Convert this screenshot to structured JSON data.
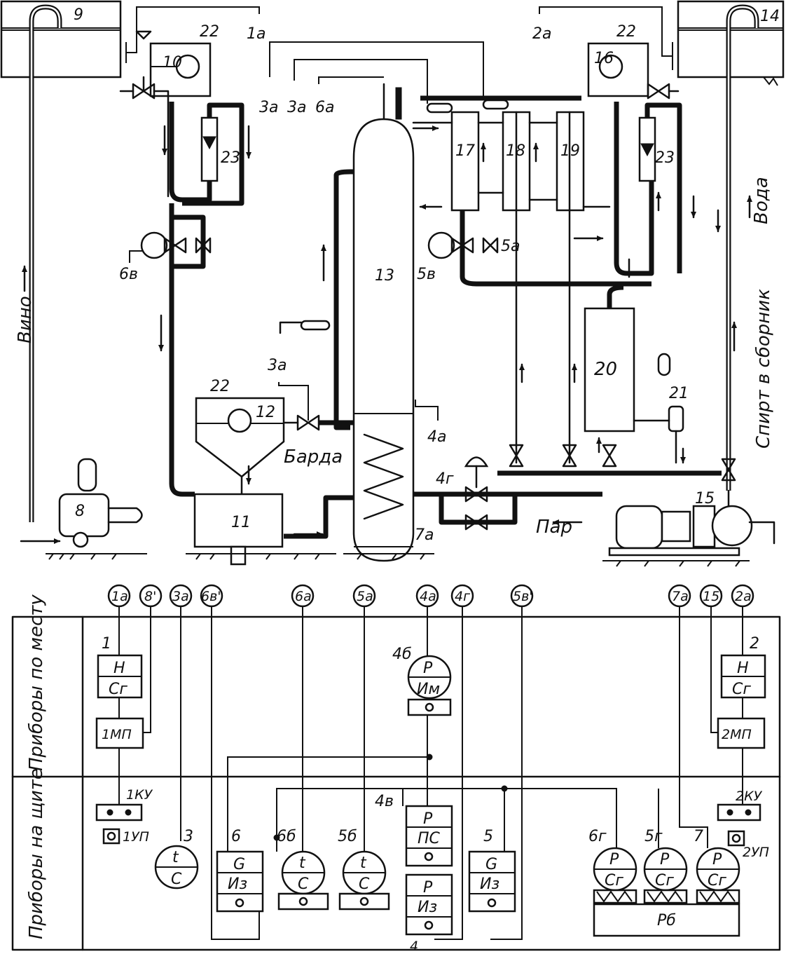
{
  "process": {
    "equipment": {
      "e8": "8",
      "e9": "9",
      "e10": "10",
      "e11": "11",
      "e12": "12",
      "e13": "13",
      "e14": "14",
      "e15": "15",
      "e16": "16",
      "e17": "17",
      "e18": "18",
      "e19": "19",
      "e20": "20",
      "e21": "21",
      "e22a": "22",
      "e22b": "22",
      "e22c": "22",
      "e23a": "23",
      "e23b": "23"
    },
    "tags": {
      "t1a": "1а",
      "t2a": "2а",
      "t3a1": "3а",
      "t3a2": "3а",
      "t6a": "6а",
      "t3a3": "3а",
      "t4a": "4а",
      "t4g": "4г",
      "t5a": "5а",
      "t5v": "5в",
      "t6v": "6в",
      "t7a": "7а"
    },
    "streams": {
      "wine": "Вино",
      "water": "Вода",
      "spirit": "Спирт в сборник",
      "barda": "Барда",
      "steam": "Пар"
    }
  },
  "panel": {
    "zone_local": "Приборы по месту",
    "zone_board": "Приборы на щите",
    "bubbles": [
      "1а",
      "8'",
      "3а",
      "6в'",
      "6а",
      "5а",
      "4а",
      "4г",
      "5в'",
      "7а",
      "15'",
      "2а"
    ],
    "tags": {
      "n1": "1",
      "n2": "2",
      "n3": "3",
      "n4": "4",
      "n4b": "4б",
      "n4v": "4в",
      "n5": "5",
      "n5b": "5б",
      "n5g": "5г",
      "n6": "6",
      "n6b": "6б",
      "n6g": "6г",
      "n7": "7",
      "n1ku": "1КУ",
      "n2ku": "2КУ",
      "n1up": "1УП",
      "n2up": "2УП"
    },
    "codes": {
      "H": "Н",
      "Sg": "Сг",
      "MP1": "1МП",
      "MP2": "2МП",
      "t": "t",
      "C": "С",
      "G": "G",
      "Iz": "Из",
      "P": "Р",
      "Im": "Им",
      "PS": "ПС",
      "Rb": "Рб"
    }
  }
}
